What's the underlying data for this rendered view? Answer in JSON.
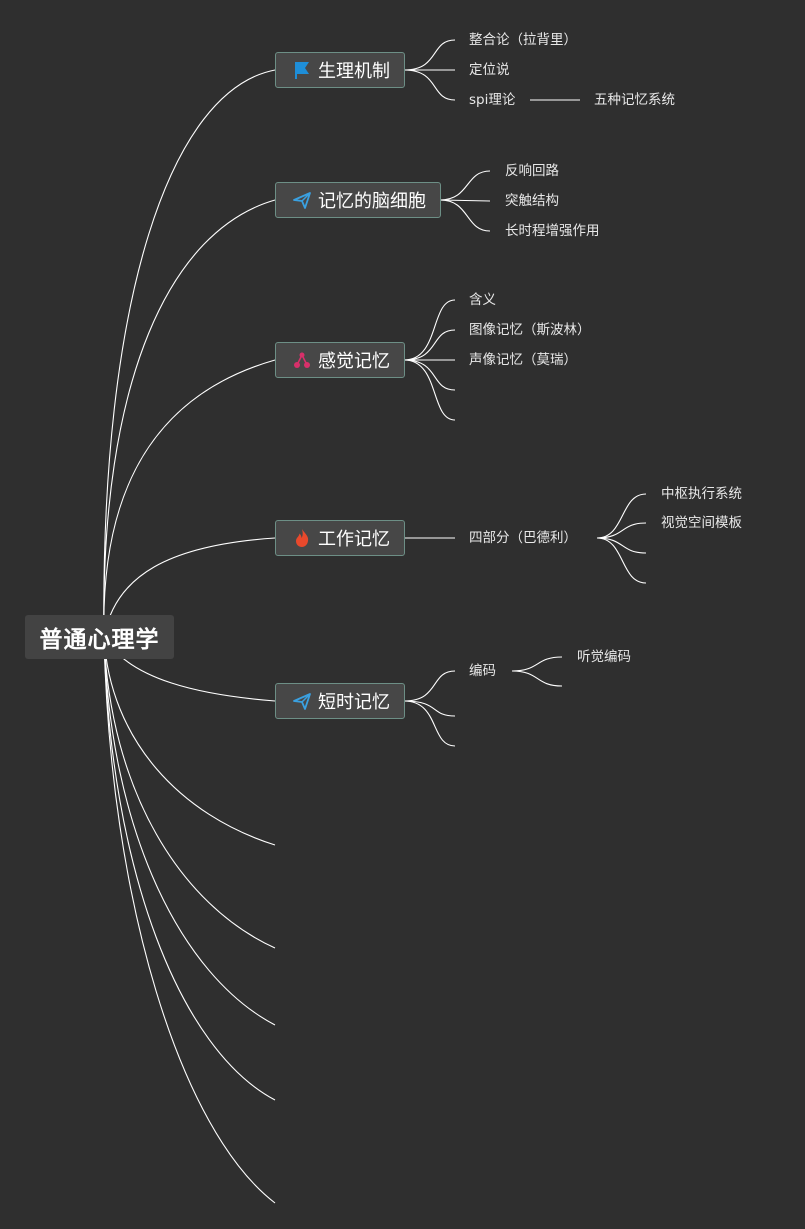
{
  "root": {
    "label": "普通心理学"
  },
  "branches": [
    {
      "label": "生理机制",
      "icon": "flag-icon",
      "icon_color": "#1e8ed8",
      "children": [
        {
          "label": "整合论（拉背里）"
        },
        {
          "label": "定位说"
        },
        {
          "label": "spi理论",
          "child": "五种记忆系统"
        }
      ]
    },
    {
      "label": "记忆的脑细胞",
      "icon": "paper-plane-icon",
      "icon_color": "#3aa0e0",
      "children": [
        {
          "label": "反响回路"
        },
        {
          "label": "突触结构"
        },
        {
          "label": "长时程增强作用"
        }
      ]
    },
    {
      "label": "感觉记忆",
      "icon": "flow-icon",
      "icon_color": "#d8306a",
      "children": [
        {
          "label": "含义"
        },
        {
          "label": "图像记忆（斯波林）"
        },
        {
          "label": "声像记忆（莫瑞）"
        },
        {
          "label": ""
        },
        {
          "label": ""
        }
      ]
    },
    {
      "label": "工作记忆",
      "icon": "fire-icon",
      "icon_color": "#e8492c",
      "children": [
        {
          "label": "四部分（巴德利）",
          "sub": [
            "中枢执行系统",
            "视觉空间模板",
            "",
            ""
          ]
        }
      ]
    },
    {
      "label": "短时记忆",
      "icon": "paper-plane-icon",
      "icon_color": "#3aa0e0",
      "children": [
        {
          "label": "编码",
          "sub": [
            "听觉编码",
            ""
          ]
        },
        {
          "label": ""
        },
        {
          "label": ""
        }
      ]
    },
    {
      "label": ""
    },
    {
      "label": ""
    },
    {
      "label": ""
    },
    {
      "label": ""
    },
    {
      "label": ""
    }
  ]
}
